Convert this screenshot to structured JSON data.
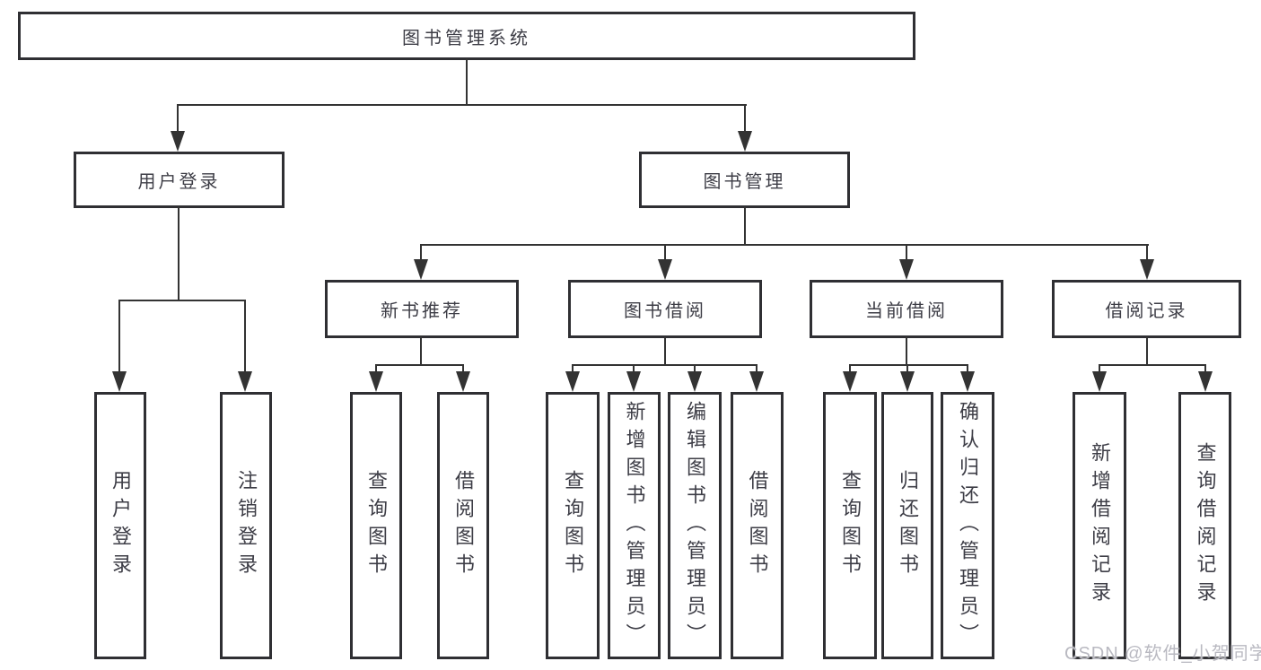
{
  "diagram": {
    "title": "图书管理系统",
    "level2": [
      {
        "label": "用户登录"
      },
      {
        "label": "图书管理"
      }
    ],
    "level3": [
      {
        "label": "新书推荐",
        "parent": "图书管理"
      },
      {
        "label": "图书借阅",
        "parent": "图书管理"
      },
      {
        "label": "当前借阅",
        "parent": "图书管理"
      },
      {
        "label": "借阅记录",
        "parent": "图书管理"
      }
    ],
    "leaves": [
      {
        "label": "用户登录",
        "parent": "用户登录"
      },
      {
        "label": "注销登录",
        "parent": "用户登录"
      },
      {
        "label": "查询图书",
        "parent": "新书推荐"
      },
      {
        "label": "借阅图书",
        "parent": "新书推荐"
      },
      {
        "label": "查询图书",
        "parent": "图书借阅"
      },
      {
        "label": "新增图书（管理员）",
        "parent": "图书借阅"
      },
      {
        "label": "编辑图书（管理员）",
        "parent": "图书借阅"
      },
      {
        "label": "借阅图书",
        "parent": "图书借阅"
      },
      {
        "label": "查询图书",
        "parent": "当前借阅"
      },
      {
        "label": "归还图书",
        "parent": "当前借阅"
      },
      {
        "label": "确认归还（管理员）",
        "parent": "当前借阅"
      },
      {
        "label": "新增借阅记录",
        "parent": "借阅记录"
      },
      {
        "label": "查询借阅记录",
        "parent": "借阅记录"
      }
    ],
    "watermark": "CSDN @软件_小贺同学",
    "colors": {
      "line": "#333333",
      "box_border": "#2f2f33",
      "text": "#3d3d46",
      "watermark": "#b9b9c1",
      "background": "#ffffff"
    }
  }
}
